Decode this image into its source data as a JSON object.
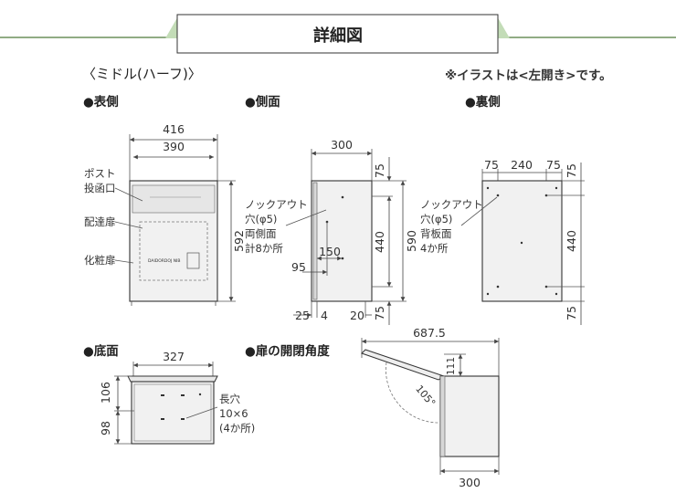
{
  "header": {
    "title": "詳細図",
    "band_color": "#c3dcb7",
    "rule_color": "#4d7a3a"
  },
  "model_heading": "〈ミドル(ハーフ)〉",
  "note": "※イラストは<左開き>です。",
  "views": {
    "front": {
      "label": "●表側",
      "dims": {
        "outer_width": "416",
        "inner_width": "390",
        "height": "592"
      },
      "callouts": {
        "post_slot": "ポスト\n投函口",
        "delivery_door": "配達扉",
        "cosmetic_door": "化粧扉"
      },
      "plate_text": "DAIDORDOJ NIB"
    },
    "side": {
      "label": "●側面",
      "dims": {
        "depth": "300",
        "top": "75",
        "middle": "440",
        "bottom": "75",
        "total": "590",
        "hole_height": "150",
        "hole_depth": "95",
        "offset_a": "25",
        "offset_b": "4",
        "offset_c": "20"
      },
      "knockout_note": "ノックアウト\n穴(φ5)\n両側面\n計8か所"
    },
    "back": {
      "label": "●裏側",
      "dims": {
        "left": "75",
        "middle": "240",
        "right": "75",
        "top": "75",
        "center": "440",
        "bottom": "75"
      },
      "knockout_note": "ノックアウト\n穴(φ5)\n背板面\n4か所"
    },
    "bottom": {
      "label": "●底面",
      "dims": {
        "width": "327",
        "front": "106",
        "rear": "98"
      },
      "slot_note": "長穴\n10×6\n(4か所)"
    },
    "door": {
      "label": "●扉の開閉角度",
      "dims": {
        "reach": "687.5",
        "rise": "111",
        "angle": "105°",
        "depth": "300"
      }
    }
  }
}
